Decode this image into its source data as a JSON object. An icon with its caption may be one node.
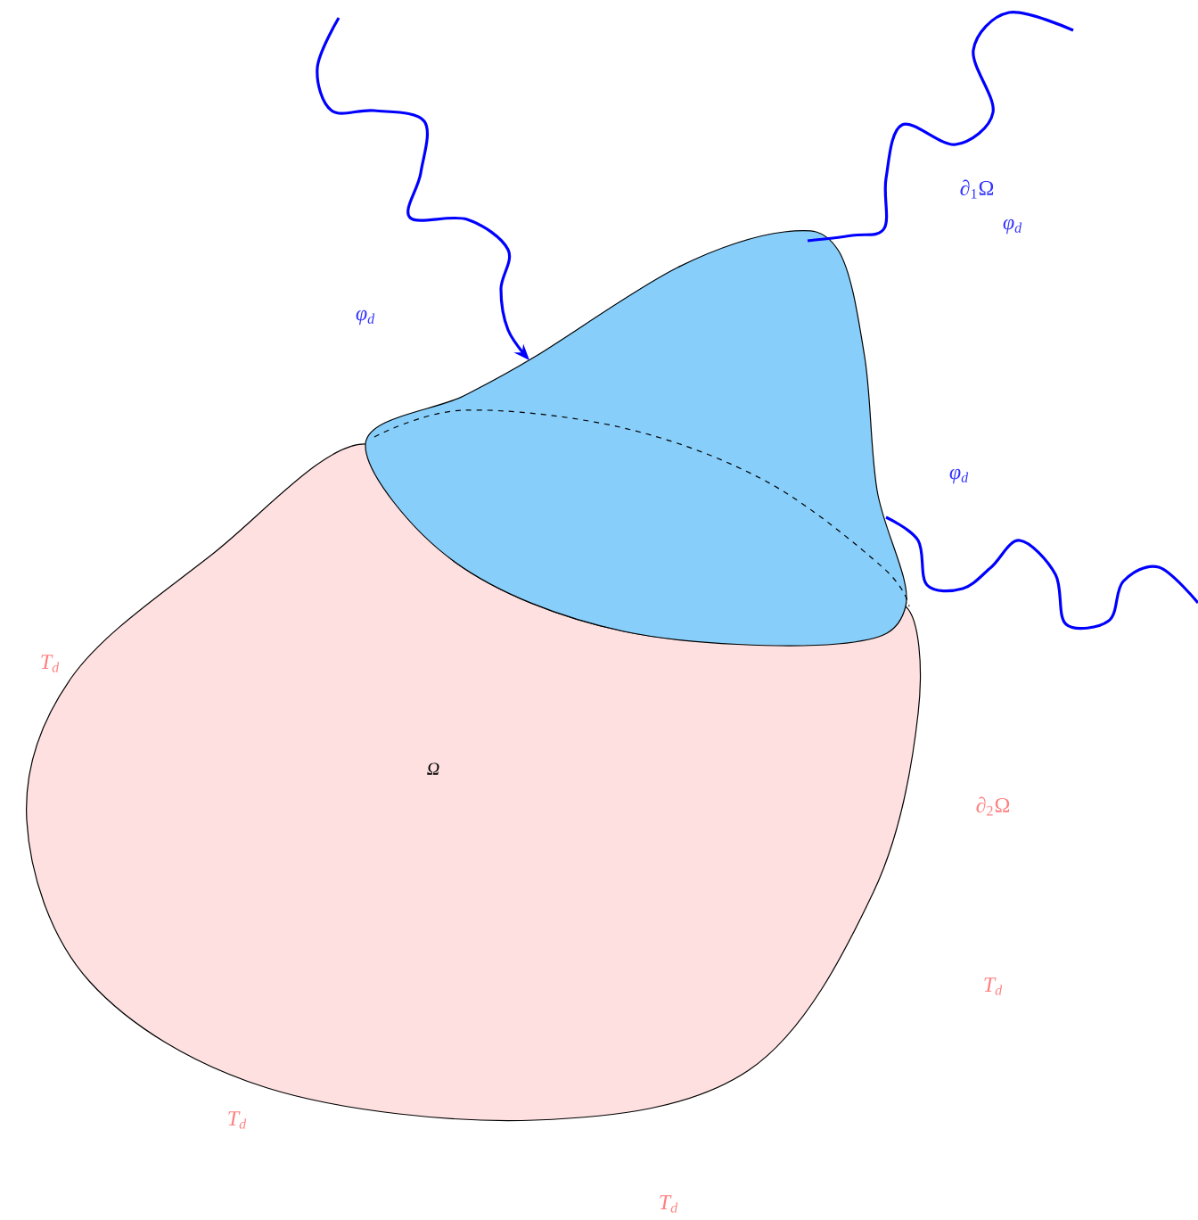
{
  "diagram": {
    "nodes": [
      {
        "text": [
          "Ω"
        ],
        "beside": [
          "∂$_{2}$Ω"
        ]
      },
      {
        "text": [],
        "shape": "blob",
        "beside": [
          "∂$_{1}$Ω"
        ]
      }
    ],
    "edges": [
      {
        "from": null,
        "to": 1,
        "arrow": "to",
        "label": "φ$_{d}$"
      },
      {
        "from": null,
        "to": 1,
        "arrow": "none",
        "label": "φ$_{d}$"
      },
      {
        "from": null,
        "to": 1,
        "arrow": "none",
        "label": "φ$_{d}$"
      }
    ],
    "labels": [
      "T$_{d}$",
      "T$_{d}$",
      "T$_{d}$",
      "T$_{d}$"
    ]
  }
}
